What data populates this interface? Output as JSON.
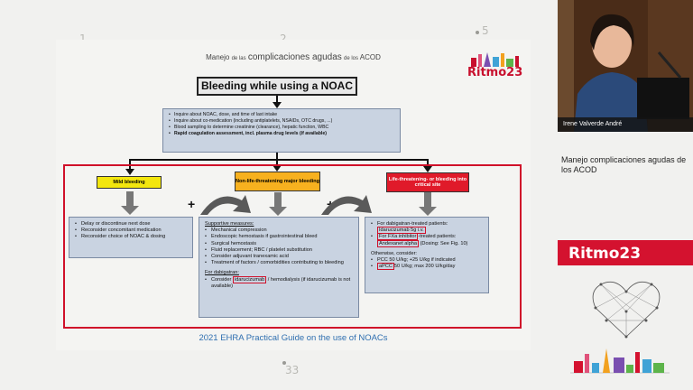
{
  "background": {
    "clock_numbers": [
      "1",
      "2",
      "5",
      "33"
    ]
  },
  "slide": {
    "title_small_1": "Manejo",
    "title_small_2": "de las",
    "title_big": "complicaciones agudas",
    "title_small_3": "de los",
    "title_end": "ACOD",
    "logo_text": "Ritmo23",
    "main_box": "Bleeding while using a NOAC",
    "inquire": [
      "Inquire about NOAC, dose, and time of last intake",
      "Inquire about co-medication (including antiplatelets, NSAIDs, OTC drugs, ...)",
      "Blood sampling to determine creatinine (clearance), hepatic function, WBC",
      "Rapid coagulation assessment, incl. plasma drug levels (if available)"
    ],
    "tags": {
      "mild": "Mild bleeding",
      "non_life": "Non-life-threatening major bleeding",
      "life": "Life-threatening- or bleeding into critical site"
    },
    "plus": "+",
    "mild_panel": [
      "Delay or discontinue next dose",
      "Reconsider concomitant medication",
      "Reconsider choice of NOAC & dosing"
    ],
    "support_panel": {
      "heading": "Supportive measures:",
      "items": [
        "Mechanical compression",
        "Endoscopic hemostasis if gastrointestinal bleed",
        "Surgical hemostasis",
        "Fluid replacement; RBC / platelet substitution",
        "Consider adjuvant tranexamic acid",
        "Treatment of factors / comorbidities contributing to bleeding"
      ],
      "dabigatran_heading": "For dabigatran:",
      "dabigatran_pre": "Consider",
      "dabigatran_drug": "idarucizumab",
      "dabigatran_post": "/ hemodialysis (if idarucizumab is not available)"
    },
    "life_panel": {
      "item1": "For dabigatran-treated patients:",
      "item1_drug": "Idarucizumab 5g i.v.",
      "item2_pre": "For FXa inhibitor",
      "item2_post": "-treated patients:",
      "item2_drug": "Andexanet alpha",
      "item2_drug_post": "(Dosing: See Fig. 10)",
      "otherwise": "Otherwise, consider:",
      "pcc": "PCC 50 U/kg; +25 U/kg if indicated",
      "apcc_drug": "aPCC",
      "apcc_post": "50 U/kg; max 200 U/kg/day"
    },
    "footer": "2021 EHRA Practical Guide on the use of NOACs"
  },
  "sidebar": {
    "speaker_name": "Irene Valverde André",
    "talk_title": "Manejo complicaciones agudas de los ACOD",
    "brand": "Ritmo23"
  },
  "colors": {
    "red": "#d0102a",
    "yellow": "#f3e60e",
    "orange": "#f7b11f",
    "panel_blue": "#c9d3e1",
    "footer_blue": "#2f6fb0"
  }
}
